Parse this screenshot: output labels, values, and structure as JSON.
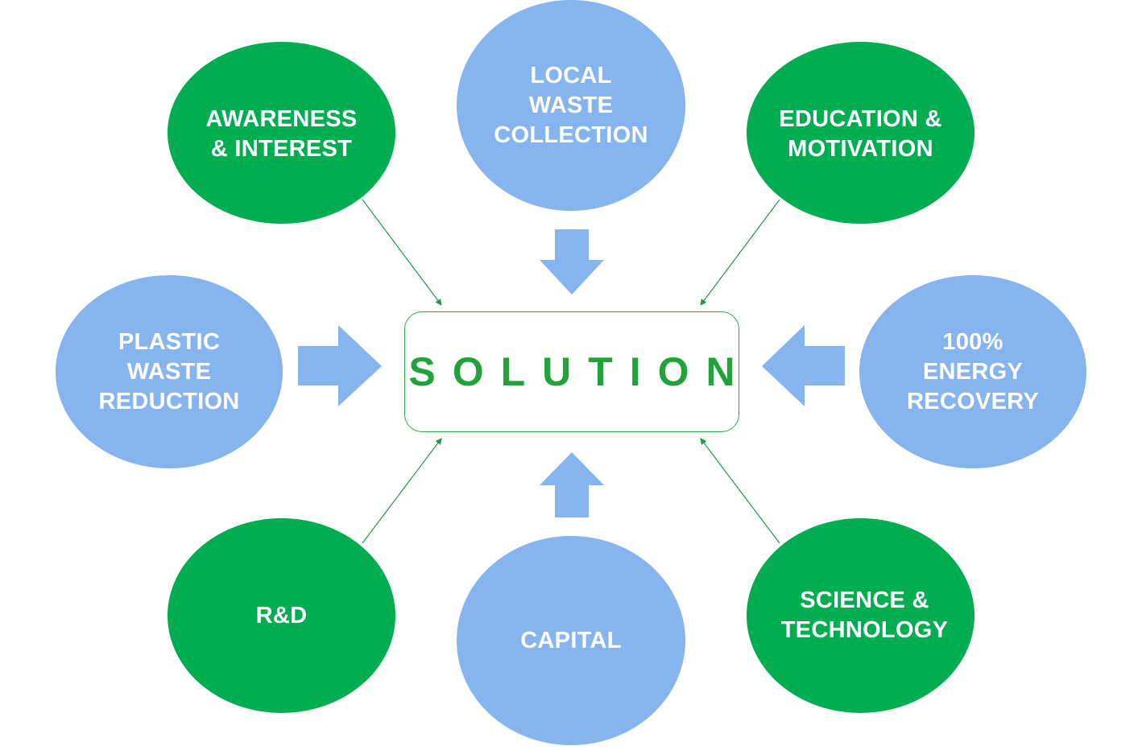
{
  "diagram": {
    "center_label": "SOLUTION",
    "nodes": {
      "awareness": {
        "lines": [
          "AWARENESS",
          "& INTEREST"
        ]
      },
      "collection": {
        "lines": [
          "LOCAL",
          "WASTE",
          "COLLECTION"
        ]
      },
      "education": {
        "lines": [
          "EDUCATION &",
          "MOTIVATION"
        ]
      },
      "plastic": {
        "lines": [
          "PLASTIC",
          "WASTE",
          "REDUCTION"
        ]
      },
      "energy": {
        "lines": [
          "100%",
          "ENERGY",
          "RECOVERY"
        ]
      },
      "rnd": {
        "lines": [
          "R&D"
        ]
      },
      "capital": {
        "lines": [
          "CAPITAL"
        ]
      },
      "science": {
        "lines": [
          "SCIENCE &",
          "TECHNOLOGY"
        ]
      }
    },
    "colors": {
      "green_node": "#00ad50",
      "blue_node": "#86b4ef",
      "center_text": "#22a33a",
      "center_border": "#2da84a",
      "arrow_fill": "#86b4ef",
      "connector_line": "#1e9a46"
    }
  }
}
